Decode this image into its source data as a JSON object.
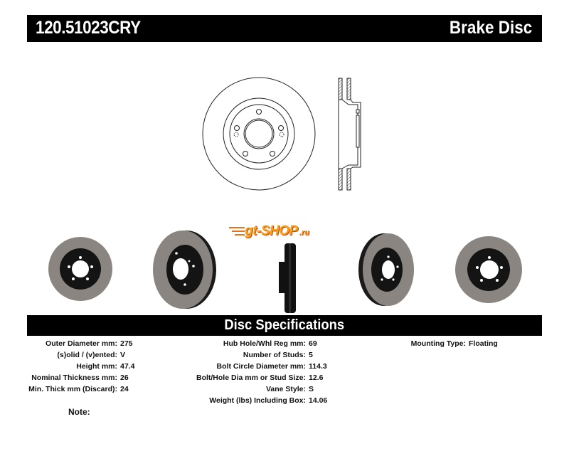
{
  "header": {
    "part_number": "120.51023CRY",
    "product_type": "Brake Disc"
  },
  "logo": {
    "text": "gt-shop.ru",
    "colors": {
      "primary": "#f7a21b",
      "shadow": "#c2410c"
    }
  },
  "drawing": {
    "front_view_icon": "brake-disc-front-drawing",
    "side_view_icon": "brake-disc-section-drawing"
  },
  "photos": [
    {
      "view": "front",
      "icon": "brake-disc-photo"
    },
    {
      "view": "angled-left",
      "icon": "brake-disc-photo"
    },
    {
      "view": "edge",
      "icon": "brake-disc-photo"
    },
    {
      "view": "angled-right",
      "icon": "brake-disc-photo"
    },
    {
      "view": "front",
      "icon": "brake-disc-photo"
    }
  ],
  "specs": {
    "title": "Disc Specifications",
    "column1": [
      {
        "label": "Outer Diameter mm:",
        "value": "275"
      },
      {
        "label": "(s)olid / (v)ented:",
        "value": "V"
      },
      {
        "label": "Height mm:",
        "value": "47.4"
      },
      {
        "label": "Nominal Thickness mm:",
        "value": "26"
      },
      {
        "label": "Min. Thick mm (Discard):",
        "value": "24"
      }
    ],
    "column2": [
      {
        "label": "Hub Hole/Whl Reg mm:",
        "value": "69"
      },
      {
        "label": "Number of Studs:",
        "value": "5"
      },
      {
        "label": "Bolt Circle Diameter mm:",
        "value": "114.3"
      },
      {
        "label": "Bolt/Hole Dia mm or Stud Size:",
        "value": "12.6"
      },
      {
        "label": "Vane Style:",
        "value": "S"
      },
      {
        "label": "Weight (lbs) Including Box:",
        "value": "14.06"
      }
    ],
    "column3": [
      {
        "label": "Mounting Type:",
        "value": "Floating"
      }
    ]
  },
  "note": {
    "label": "Note:"
  },
  "colors": {
    "bar_bg": "#000000",
    "bar_text": "#ffffff",
    "rotor_face": "#8a8580",
    "rotor_hat": "#141414"
  }
}
